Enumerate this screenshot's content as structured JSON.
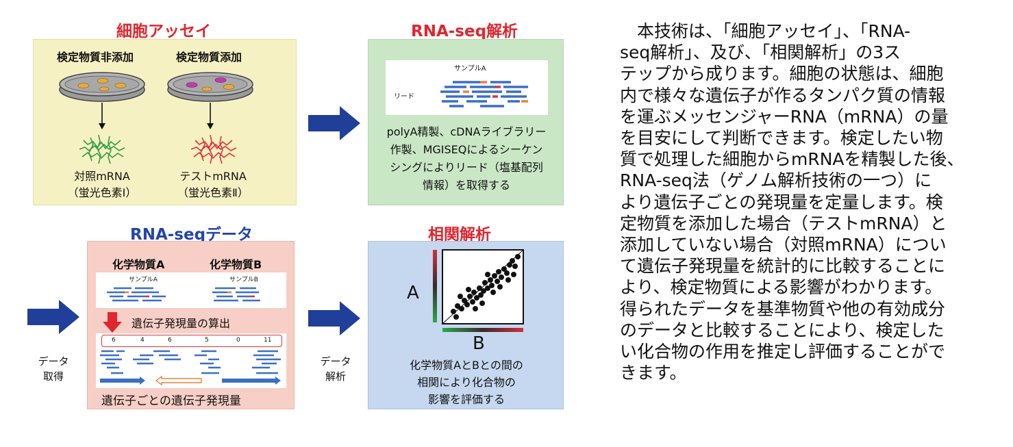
{
  "cell_assay": {
    "title": "細胞アッセイ",
    "no_add_label": "検定物質非添加",
    "add_label": "検定物質添加",
    "control_line1": "対照mRNA",
    "control_line2": "（蛍光色素Ⅰ）",
    "test_line1": "テストmRNA",
    "test_line2": "（蛍光色素Ⅱ）"
  },
  "rnaseq_analysis": {
    "title": "RNA-seq解析",
    "sample_label": "サンプルA",
    "read_label": "リード",
    "desc_lines": [
      "polyA精製、cDNAライブラリー",
      "作製、MGISEQによるシーケン",
      "シングによりリード（塩基配列",
      "情報）を取得する"
    ]
  },
  "rnaseq_data": {
    "title": "RNA-seqデータ",
    "chem_a": "化学物質A",
    "chem_b": "化学物質B",
    "sample_a": "サンプルA",
    "sample_b": "サンプルB",
    "calc_label": "遺伝子発現量の算出",
    "counts": [
      "6",
      "4",
      "6",
      "5",
      "0",
      "11"
    ],
    "footer": "遺伝子ごとの遺伝子発現量"
  },
  "correlation": {
    "title": "相関解析",
    "axis_a": "A",
    "axis_b": "B",
    "desc_lines": [
      "化学物質AとBとの間の",
      "相関により化合物の",
      "影響を評価する"
    ]
  },
  "arrows": {
    "data_acq_line1": "データ",
    "data_acq_line2": "取得",
    "data_ana_line1": "データ",
    "data_ana_line2": "解析"
  },
  "colors": {
    "title_red": "#e0262f",
    "title_blue": "#2346a8",
    "arrow_blue": "#1f3f99",
    "read_blue": "#3a6fc4",
    "read_orange": "#e8823a",
    "read_red": "#d8343a"
  },
  "description_lines": [
    "　本技術は、「細胞アッセイ」、「RNA-",
    "seq解析」、及び、「相関解析」の3ス",
    "テップから成ります。細胞の状態は、細胞",
    "内で様々な遺伝子が作るタンパク質の情報",
    "を運ぶメッセンジャーRNA（mRNA）の量",
    "を目安にして判断できます。検定したい物",
    "質で処理した細胞からmRNAを精製した後、",
    "RNA-seq法（ゲノム解析技術の一つ）に",
    "より遺伝子ごとの発現量を定量します。検",
    "定物質を添加した場合（テストmRNA）と",
    "添加していない場合（対照mRNA）につい",
    "て遺伝子発現量を統計的に比較することに",
    "より、検定物質による影響がわかります。",
    "得られたデータを基準物質や他の有効成分",
    "のデータと比較することにより、検定した",
    "い化合物の作用を推定し評価することがで",
    "きます。"
  ]
}
